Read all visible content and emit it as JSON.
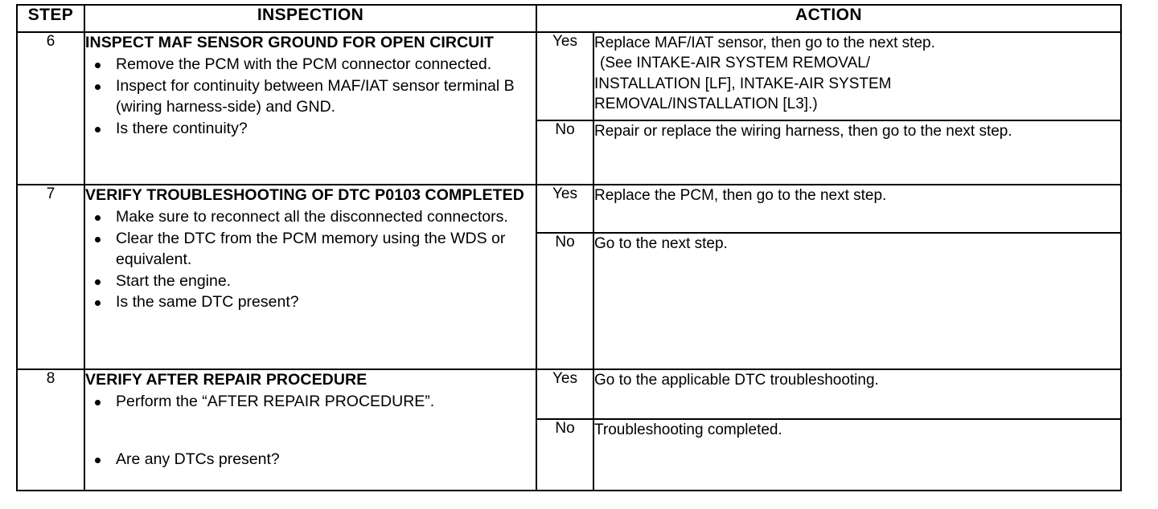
{
  "document": {
    "type": "troubleshooting-table",
    "columns": {
      "step": "STEP",
      "inspection": "INSPECTION",
      "yesno": "",
      "action": "ACTION"
    }
  },
  "steps": [
    {
      "number": "6",
      "title": "INSPECT MAF SENSOR GROUND FOR OPEN CIRCUIT",
      "bullets": [
        "Remove the PCM with the PCM connector connected.",
        "Inspect for continuity between MAF/IAT sensor terminal B (wiring harness-side) and GND.",
        "Is there continuity?"
      ],
      "yes": {
        "label": "Yes",
        "lines": [
          "Replace MAF/IAT sensor, then go to the next step.",
          "(See INTAKE-AIR SYSTEM REMOVAL/",
          "INSTALLATION [LF], INTAKE-AIR SYSTEM",
          "REMOVAL/INSTALLATION [L3].)"
        ]
      },
      "no": {
        "label": "No",
        "lines": [
          "Repair or replace the wiring harness, then go to the next step."
        ]
      }
    },
    {
      "number": "7",
      "title": "VERIFY TROUBLESHOOTING OF DTC P0103 COMPLETED",
      "bullets": [
        "Make sure to reconnect all the disconnected connectors.",
        "Clear the DTC from the PCM memory using the WDS or equivalent.",
        "Start the engine.",
        "Is the same DTC present?"
      ],
      "yes": {
        "label": "Yes",
        "lines": [
          "Replace the PCM, then go to the next step."
        ]
      },
      "no": {
        "label": "No",
        "lines": [
          "Go to the next step."
        ]
      }
    },
    {
      "number": "8",
      "title": "VERIFY AFTER REPAIR PROCEDURE",
      "bullets": [
        "Perform the “AFTER REPAIR PROCEDURE”.",
        "Are any DTCs present?"
      ],
      "yes": {
        "label": "Yes",
        "lines": [
          "Go to the applicable DTC troubleshooting."
        ]
      },
      "no": {
        "label": "No",
        "lines": [
          "Troubleshooting completed."
        ]
      }
    }
  ]
}
